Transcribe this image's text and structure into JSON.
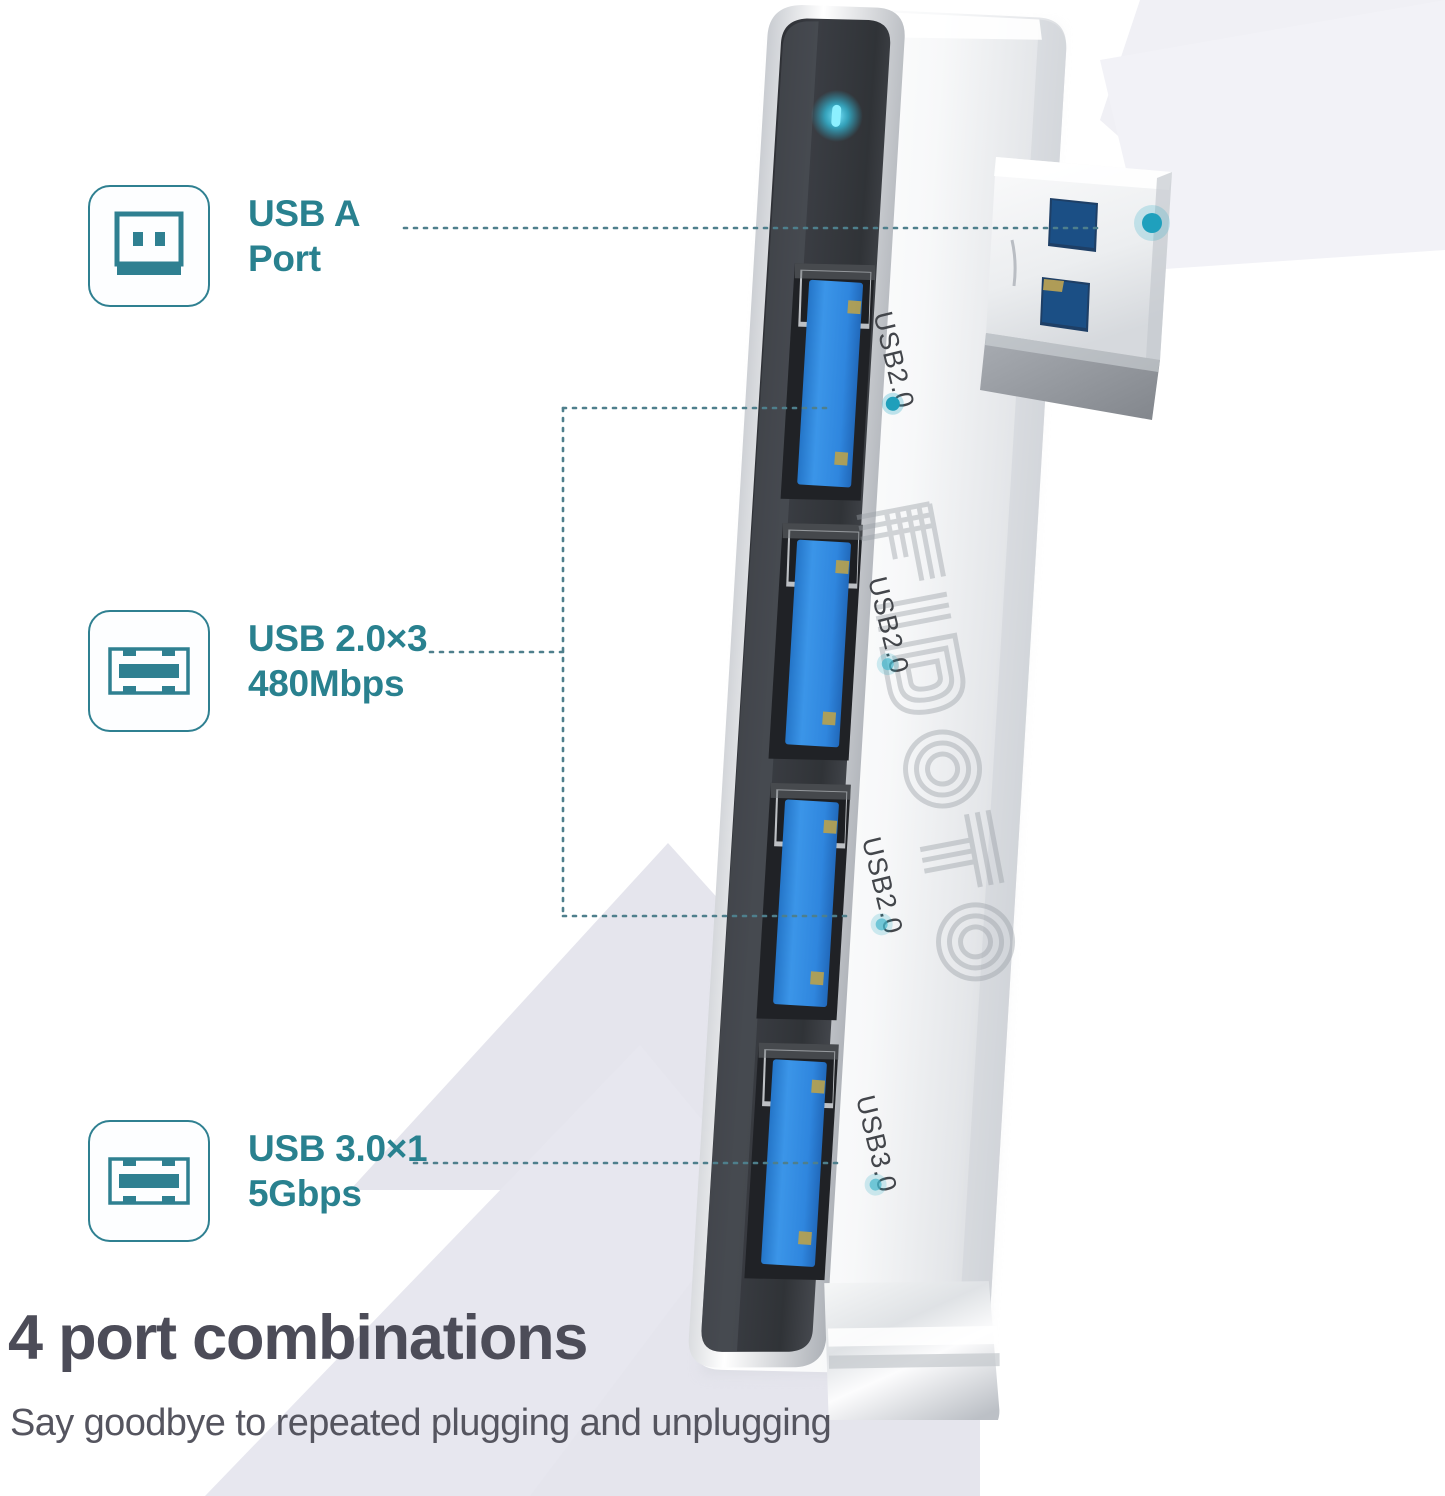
{
  "features": [
    {
      "id": "usb-a-port",
      "icon": "usb-a-port-icon",
      "label": "USB A\nPort"
    },
    {
      "id": "usb-2-ports",
      "icon": "usb-2-port-icon",
      "label": "USB 2.0×3\n480Mbps"
    },
    {
      "id": "usb-3-port",
      "icon": "usb-3-port-icon",
      "label": "USB 3.0×1\n5Gbps"
    }
  ],
  "headline": "4 port combinations",
  "subheadline": "Say goodbye to repeated plugging and unplugging",
  "device": {
    "brand": "FIDOTO",
    "port_labels": [
      "USB2.0",
      "USB2.0",
      "USB2.0",
      "USB3.0"
    ],
    "connector": "USB A male plug",
    "led": "power-led"
  },
  "colors": {
    "accent_teal": "#29818f",
    "headline_gray": "#4c4c58",
    "background": "#ffffff",
    "decor_lavender": "#e3e3ec",
    "port_blue": "#2f8fe0",
    "device_silver": "#e9eaec",
    "led_cyan": "#2fc6e0"
  }
}
